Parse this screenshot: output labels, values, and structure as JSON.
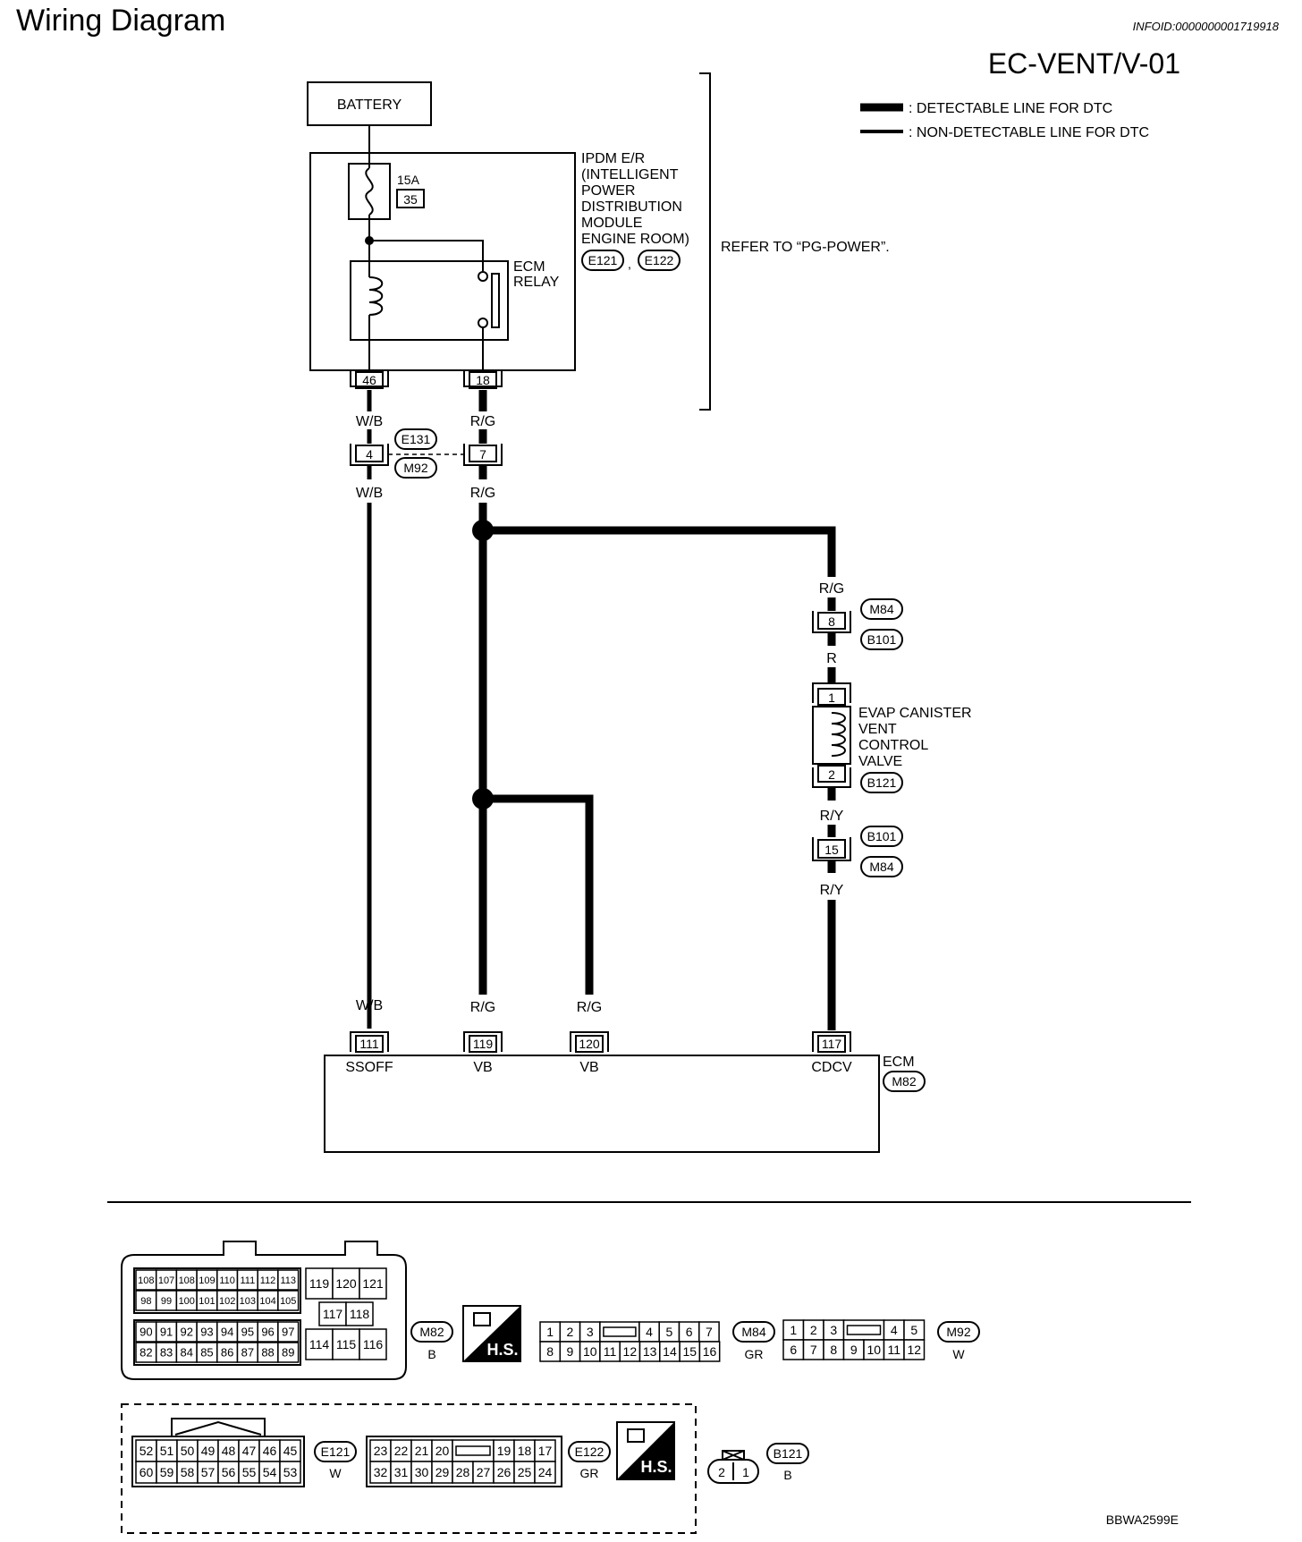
{
  "title": "Wiring Diagram",
  "info_id": "INFOID:0000000001719918",
  "diagram_code": "EC-VENT/V-01",
  "legend": {
    "detectable": ": DETECTABLE LINE FOR DTC",
    "non_detectable": ": NON-DETECTABLE LINE FOR DTC"
  },
  "battery": "BATTERY",
  "fuse": {
    "rating": "15A",
    "number": "35"
  },
  "ipdm": {
    "lines": [
      "IPDM E/R",
      "(INTELLIGENT",
      "POWER",
      "DISTRIBUTION",
      "MODULE",
      "ENGINE ROOM)"
    ],
    "connectors": [
      "E121",
      "E122"
    ],
    "sep": ","
  },
  "relay": [
    "ECM",
    "RELAY"
  ],
  "refer": "REFER TO “PG-POWER”.",
  "ipdm_terminals": [
    "46",
    "18"
  ],
  "wires": {
    "wb": "W/B",
    "rg": "R/G",
    "r": "R",
    "ry": "R/Y"
  },
  "joint": {
    "pins": [
      "4",
      "7"
    ],
    "connectors": [
      "E131",
      "M92"
    ]
  },
  "m84_b101_a": {
    "pin": "8",
    "connectors": [
      "M84",
      "B101"
    ]
  },
  "evap": {
    "pins": [
      "1",
      "2"
    ],
    "lines": [
      "EVAP CANISTER",
      "VENT",
      "CONTROL",
      "VALVE"
    ],
    "connector": "B121"
  },
  "m84_b101_b": {
    "pin": "15",
    "connectors": [
      "B101",
      "M84"
    ]
  },
  "ecm": {
    "label": "ECM",
    "connector": "M82",
    "pins": [
      "111",
      "119",
      "120",
      "117"
    ],
    "signals": [
      "SSOFF",
      "VB",
      "VB",
      "CDCV"
    ]
  },
  "connector_views": {
    "m82": {
      "id": "M82",
      "color": "B",
      "grid_a": [
        [
          "108",
          "107",
          "108",
          "109",
          "110",
          "111",
          "112",
          "113"
        ],
        [
          "98",
          "99",
          "100",
          "101",
          "102",
          "103",
          "104",
          "105"
        ]
      ],
      "grid_b": [
        [
          "90",
          "91",
          "92",
          "93",
          "94",
          "95",
          "96",
          "97"
        ],
        [
          "82",
          "83",
          "84",
          "85",
          "86",
          "87",
          "88",
          "89"
        ]
      ],
      "right_top": [
        "119",
        "120",
        "121"
      ],
      "right_mid": [
        "117",
        "118"
      ],
      "right_bot": [
        "114",
        "115",
        "116"
      ]
    },
    "hs": "H.S.",
    "m84": {
      "id": "M84",
      "color": "GR",
      "top": [
        "1",
        "2",
        "3",
        "",
        "4",
        "5",
        "6",
        "7"
      ],
      "bottom": [
        "8",
        "9",
        "10",
        "11",
        "12",
        "13",
        "14",
        "15",
        "16"
      ]
    },
    "m92": {
      "id": "M92",
      "color": "W",
      "top": [
        "1",
        "2",
        "3",
        "",
        "4",
        "5"
      ],
      "bottom": [
        "6",
        "7",
        "8",
        "9",
        "10",
        "11",
        "12"
      ]
    },
    "e121": {
      "id": "E121",
      "color": "W",
      "top": [
        "52",
        "51",
        "50",
        "49",
        "48",
        "47",
        "46",
        "45"
      ],
      "bottom": [
        "60",
        "59",
        "58",
        "57",
        "56",
        "55",
        "54",
        "53"
      ]
    },
    "e122": {
      "id": "E122",
      "color": "GR",
      "top": [
        "23",
        "22",
        "21",
        "20",
        "",
        "19",
        "18",
        "17"
      ],
      "bottom": [
        "32",
        "31",
        "30",
        "29",
        "28",
        "27",
        "26",
        "25",
        "24"
      ]
    },
    "b121": {
      "id": "B121",
      "color": "B",
      "pins": [
        "2",
        "1"
      ]
    }
  },
  "footer_code": "BBWA2599E"
}
